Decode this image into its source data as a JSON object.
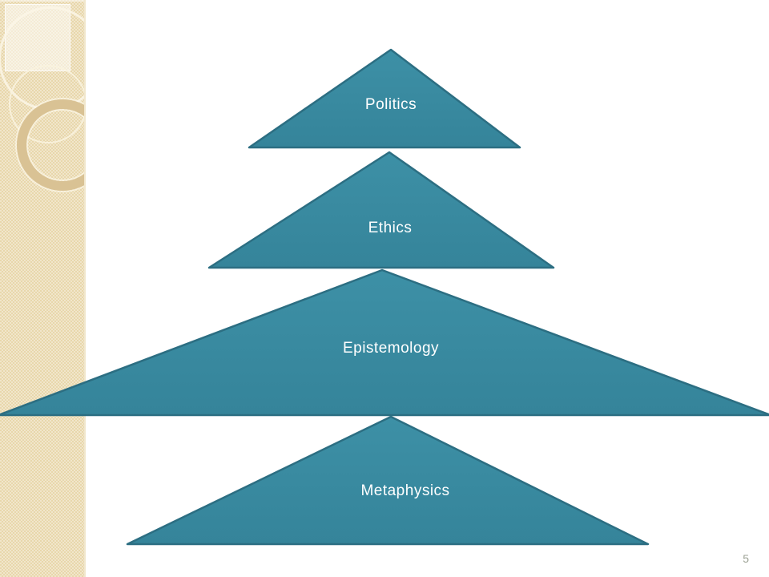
{
  "slide": {
    "page_number": "5",
    "background_color": "#ffffff"
  },
  "sidebar": {
    "base_color": "#e8d7ab",
    "ring_color": "#d9c294"
  },
  "pyramid": {
    "type": "stacked-triangle-hierarchy",
    "shape_fill": "#38899e",
    "shape_border": "#2c6e82",
    "text_color": "#ffffff",
    "levels": [
      {
        "label": "Politics"
      },
      {
        "label": "Ethics"
      },
      {
        "label": "Epistemology"
      },
      {
        "label": "Metaphysics"
      }
    ]
  }
}
